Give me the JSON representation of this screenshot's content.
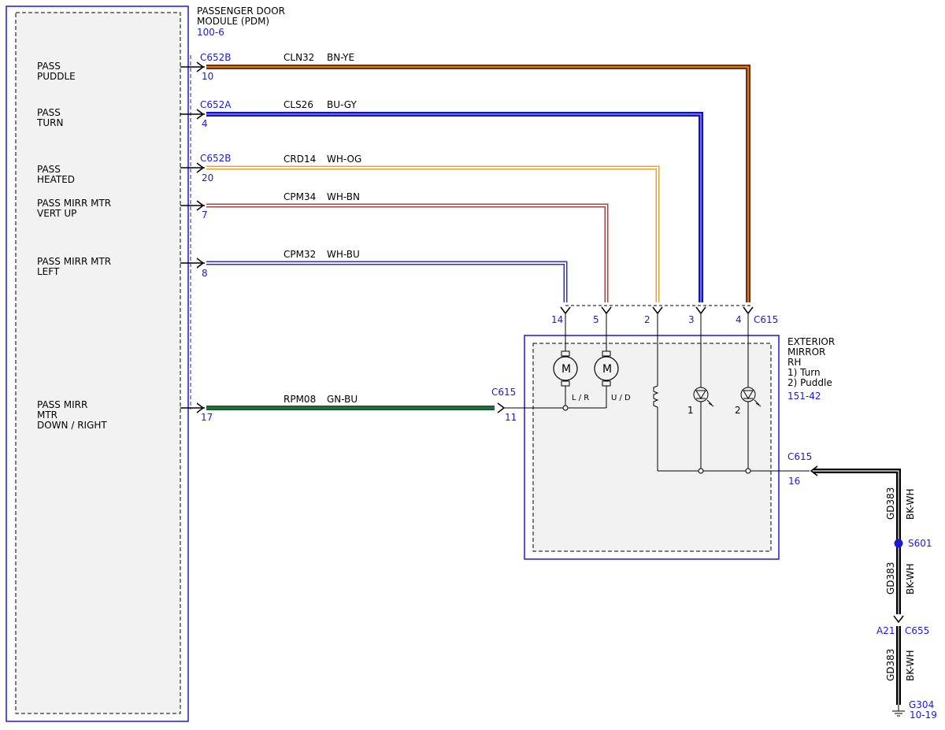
{
  "pdm": {
    "title1": "PASSENGER DOOR",
    "title2": "MODULE (PDM)",
    "ref": "100-6",
    "pins": [
      {
        "l1": "PASS",
        "l2": "PUDDLE",
        "l3": ""
      },
      {
        "l1": "PASS",
        "l2": "TURN",
        "l3": ""
      },
      {
        "l1": "PASS",
        "l2": "HEATED",
        "l3": ""
      },
      {
        "l1": "PASS MIRR MTR",
        "l2": "VERT UP",
        "l3": ""
      },
      {
        "l1": "PASS MIRR MTR",
        "l2": "LEFT",
        "l3": ""
      },
      {
        "l1": "PASS MIRR",
        "l2": "MTR",
        "l3": "DOWN / RIGHT"
      }
    ]
  },
  "wires": [
    {
      "connector": "C652B",
      "pin": "10",
      "circuit": "CLN32",
      "color": "BN-YE",
      "dest_pin": "4",
      "stroke": "#8b2a0a",
      "stripe": "#e8c020"
    },
    {
      "connector": "C652A",
      "pin": "4",
      "circuit": "CLS26",
      "color": "BU-GY",
      "dest_pin": "3",
      "stroke": "#1010d0",
      "stripe": "#8888cc"
    },
    {
      "connector": "C652B",
      "pin": "20",
      "circuit": "CRD14",
      "color": "WH-OG",
      "dest_pin": "2",
      "stroke": "#f0a030",
      "stripe": "#ffffff"
    },
    {
      "connector": "",
      "pin": "7",
      "circuit": "CPM34",
      "color": "WH-BN",
      "dest_pin": "5",
      "stroke": "#b04040",
      "stripe": "#ffffff"
    },
    {
      "connector": "",
      "pin": "8",
      "circuit": "CPM32",
      "color": "WH-BU",
      "dest_pin": "14",
      "stroke": "#3030d0",
      "stripe": "#ffffff"
    },
    {
      "connector": "",
      "pin": "17",
      "circuit": "RPM08",
      "color": "GN-BU",
      "dest_pin": "11",
      "stroke": "#1a5a30",
      "stripe": "#1a5a30"
    }
  ],
  "mirror": {
    "connector": "C615",
    "name1": "EXTERIOR",
    "name2": "MIRROR",
    "name3": "RH",
    "note1": "1) Turn",
    "note2": "2) Puddle",
    "ref": "151-42",
    "motor_label": "M",
    "motor1": "L / R",
    "motor2": "U / D",
    "lamp1": "1",
    "lamp2": "2",
    "in_connector": "C615",
    "in_pin": "11",
    "gnd_connector": "C615",
    "gnd_pin": "16"
  },
  "ground": {
    "circuit": "GD383",
    "color": "BK-WH",
    "splice": "S601",
    "inline_pin": "A21",
    "inline_connector": "C655",
    "gnd_id": "G304",
    "gnd_ref": "10-19"
  },
  "colors": {
    "outline": "#1a1ad4",
    "box_fill": "#f2f2f2"
  }
}
